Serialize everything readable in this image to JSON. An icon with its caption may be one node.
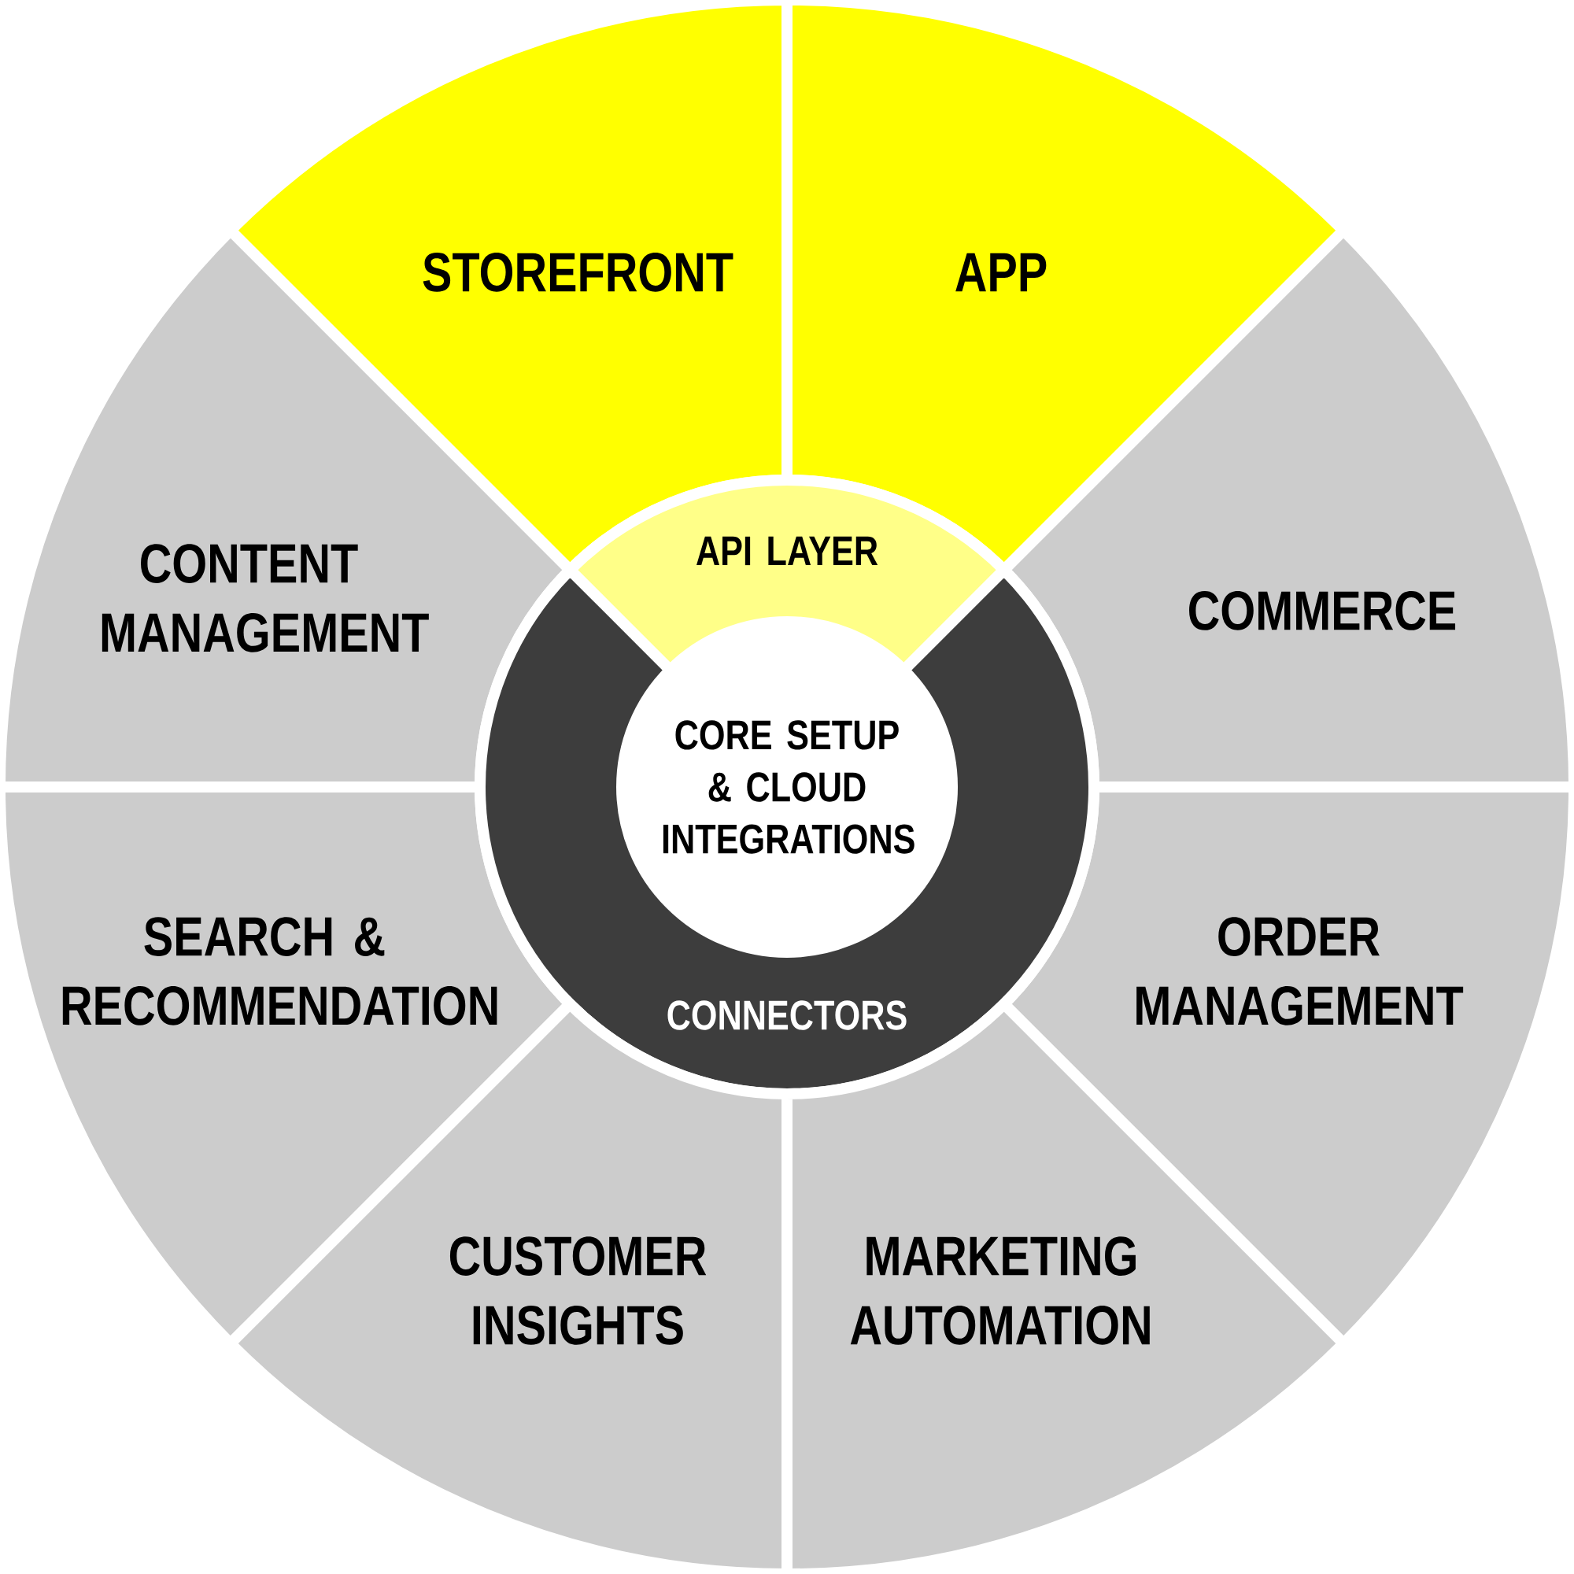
{
  "diagram": {
    "nodes": [
      {
        "text": [
          "STOREFRONT"
        ]
      },
      {
        "text": [
          "APP"
        ]
      },
      {
        "text": [
          "CONTENT MANAGEMENT"
        ]
      },
      {
        "text": [
          "COMMERCE"
        ]
      },
      {
        "text": [
          "API LAYER"
        ]
      },
      {
        "text": [
          "CORE SETUP & CLOUD INTEGRATIONS"
        ]
      },
      {
        "text": [
          "SEARCH & RECOMMENDATION"
        ]
      },
      {
        "text": [
          "ORDER MANAGEMENT"
        ]
      },
      {
        "text": [
          "CONNECTORS"
        ]
      },
      {
        "text": [
          "CUSTOMER INSIGHTS"
        ]
      },
      {
        "text": [
          "MARKETING AUTOMATION"
        ]
      }
    ]
  }
}
